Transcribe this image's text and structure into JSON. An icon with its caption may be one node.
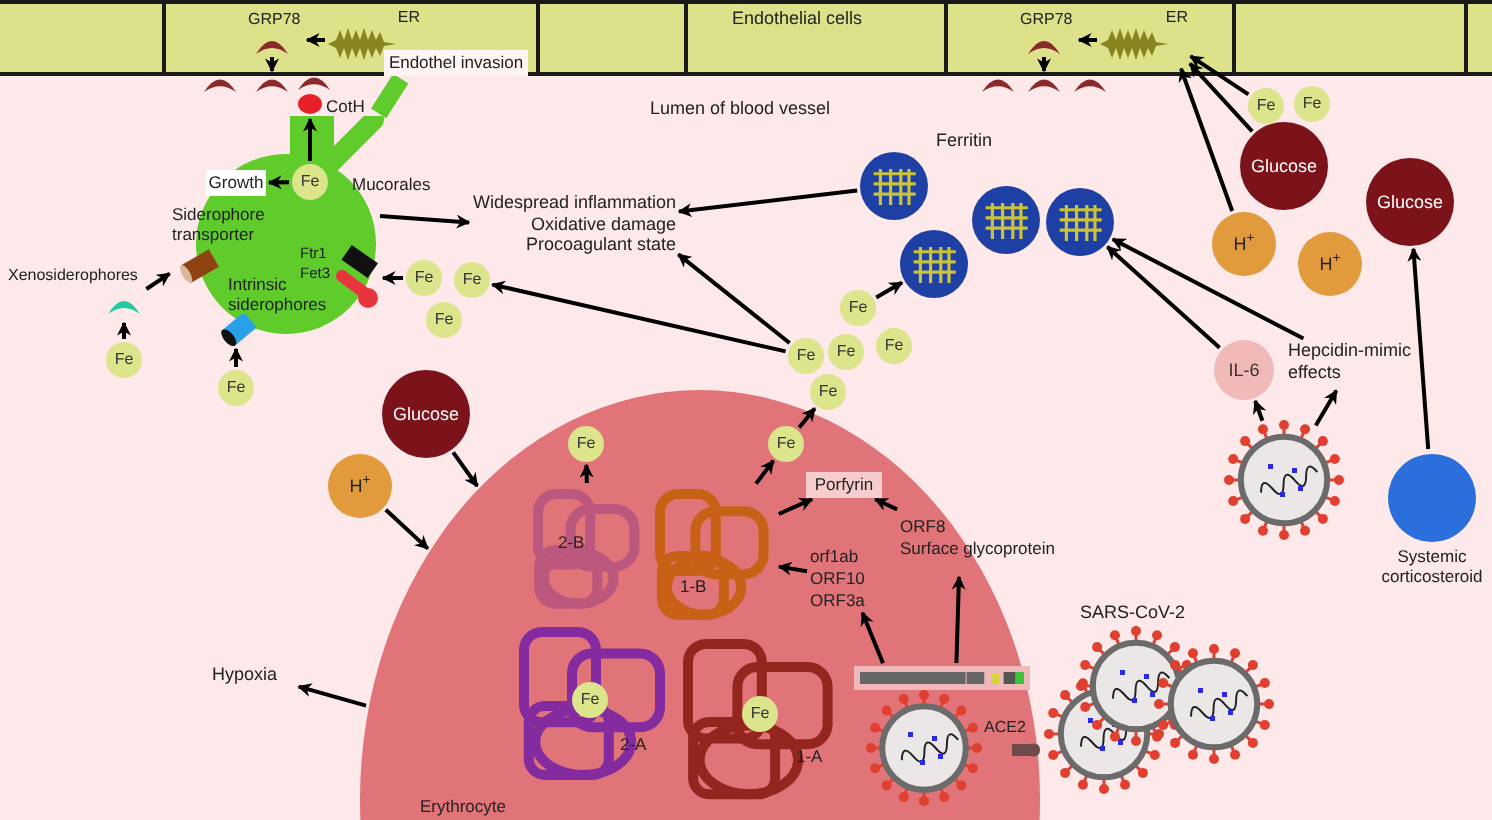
{
  "diagram": {
    "nodes": [
      {
        "text": [
          "Endothelial cells"
        ]
      },
      {
        "text": [
          "GRP78"
        ],
        "in": 0
      },
      {
        "text": [
          "ER"
        ],
        "in": 0
      },
      {
        "text": [
          "GRP78"
        ],
        "in": 0
      },
      {
        "text": [
          "ER"
        ],
        "in": 0
      },
      {
        "text": [
          "Mucorales"
        ]
      },
      {
        "text": [
          "Fe"
        ],
        "in": 5
      },
      {
        "text": [
          "Growth"
        ],
        "in": 5
      },
      {
        "text": [
          "CotH"
        ]
      },
      {
        "text": [
          "Endothel invasion"
        ],
        "in": 0
      },
      {
        "text": [
          "Siderophore transporter"
        ],
        "in": 5
      },
      {
        "text": [
          "Xenosiderophores"
        ]
      },
      {
        "text": [
          "Fe"
        ]
      },
      {
        "text": [
          "Intrinsic siderophores"
        ],
        "in": 5
      },
      {
        "text": [
          "Fe"
        ]
      },
      {
        "text": [
          "Ftr1 Fet3"
        ],
        "in": 5
      },
      {
        "text": [
          "Fe"
        ]
      },
      {
        "text": [
          "Fe"
        ]
      },
      {
        "text": [
          "Fe"
        ]
      },
      {
        "text": [
          "Widespread inflammation",
          "Oxidative damage",
          "Procoagulant state"
        ]
      },
      {
        "text": [],
        "shape": "circle",
        "beside": [
          "Ferritin"
        ]
      },
      {
        "text": [],
        "shape": "circle"
      },
      {
        "text": [],
        "shape": "circle"
      },
      {
        "text": [],
        "shape": "circle"
      },
      {
        "text": [
          "Fe"
        ]
      },
      {
        "text": [
          "Fe"
        ]
      },
      {
        "text": [
          "Fe"
        ]
      },
      {
        "text": [
          "Fe"
        ]
      },
      {
        "text": [
          "Fe"
        ]
      },
      {
        "text": [
          "Fe"
        ]
      },
      {
        "text": [
          "Fe"
        ]
      },
      {
        "text": [
          "Glucose"
        ]
      },
      {
        "text": [
          "Glucose"
        ]
      },
      {
        "text": [
          "H$^{+}$"
        ]
      },
      {
        "text": [
          "H$^{+}$"
        ]
      },
      {
        "text": [
          "IL-6"
        ]
      },
      {
        "text": [
          "Hepcidin-mimic effects"
        ]
      },
      {
        "text": [],
        "shape": "virus"
      },
      {
        "text": [
          "Systemic corticosteroid"
        ]
      },
      {
        "text": [
          "Glucose"
        ]
      },
      {
        "text": [
          "H$^{+}$"
        ]
      },
      {
        "text": [
          "Erythrocyte"
        ]
      },
      {
        "text": [
          "Fe"
        ],
        "in": 41
      },
      {
        "text": [
          "Fe"
        ],
        "in": 41
      },
      {
        "text": [
          "Porfyrin"
        ],
        "in": 41
      },
      {
        "text": [
          "2-B"
        ],
        "in": 41
      },
      {
        "text": [
          "1-B"
        ],
        "in": 41
      },
      {
        "text": [
          "2-A"
        ],
        "in": 41
      },
      {
        "text": [
          "1-A"
        ],
        "in": 41
      },
      {
        "text": [
          "Fe"
        ],
        "in": 47
      },
      {
        "text": [
          "Fe"
        ],
        "in": 48
      },
      {
        "text": [
          "orf1ab",
          "ORF10",
          "ORF3a"
        ],
        "in": 41
      },
      {
        "text": [
          "ORF8",
          "Surface glycoprotein"
        ],
        "in": 41
      },
      {
        "text": [],
        "shape": "bar",
        "in": 41
      },
      {
        "text": [],
        "shape": "virus",
        "in": 41
      },
      {
        "text": [
          "ACE2"
        ],
        "in": 41
      },
      {
        "text": [],
        "shape": "virus"
      },
      {
        "text": [],
        "shape": "virus",
        "beside": [
          "SARS-CoV-2"
        ]
      },
      {
        "text": [],
        "shape": "virus"
      },
      {
        "text": [
          "Hypoxia"
        ]
      },
      {
        "text": [],
        "shape": "crescent"
      },
      {
        "text": [],
        "shape": "crescent"
      },
      {
        "text": [],
        "shape": "crescent"
      },
      {
        "text": [],
        "shape": "crescent"
      },
      {
        "text": [],
        "shape": "crescent"
      },
      {
        "text": [],
        "shape": "crescent"
      }
    ],
    "edges": [
      {
        "from": 2,
        "to": 1,
        "arrow": "to"
      },
      {
        "from": 1,
        "to": 61,
        "arrow": "to"
      },
      {
        "from": 4,
        "to": 3,
        "arrow": "to"
      },
      {
        "from": 3,
        "to": 64,
        "arrow": "to"
      },
      {
        "from": 29,
        "to": 4,
        "arrow": "to"
      },
      {
        "from": 31,
        "to": 4,
        "arrow": "to"
      },
      {
        "from": 33,
        "to": 4,
        "arrow": "to"
      },
      {
        "from": 6,
        "to": 7,
        "arrow": "to"
      },
      {
        "from": 6,
        "to": 8,
        "arrow": "to"
      },
      {
        "from": 12,
        "to": 11,
        "arrow": "to"
      },
      {
        "from": 11,
        "to": 10,
        "arrow": "to"
      },
      {
        "from": 14,
        "to": 13,
        "arrow": "to"
      },
      {
        "from": 16,
        "to": 15,
        "arrow": "to"
      },
      {
        "from": 5,
        "to": 19,
        "arrow": "to"
      },
      {
        "from": 20,
        "to": 19,
        "arrow": "to"
      },
      {
        "from": 26,
        "to": 19,
        "arrow": "to"
      },
      {
        "from": 26,
        "to": 17,
        "arrow": "to"
      },
      {
        "from": 24,
        "to": 21,
        "arrow": "to"
      },
      {
        "from": 35,
        "to": 23,
        "arrow": "to"
      },
      {
        "from": 36,
        "to": 23,
        "arrow": "to"
      },
      {
        "from": 37,
        "to": 35,
        "arrow": "to"
      },
      {
        "from": 37,
        "to": 36,
        "arrow": "to"
      },
      {
        "from": 38,
        "to": 32,
        "arrow": "to"
      },
      {
        "from": 39,
        "to": 41,
        "arrow": "to"
      },
      {
        "from": 40,
        "to": 41,
        "arrow": "to"
      },
      {
        "from": 41,
        "to": 59,
        "arrow": "to"
      },
      {
        "from": 45,
        "to": 42,
        "arrow": "to"
      },
      {
        "from": 46,
        "to": 43,
        "arrow": "to"
      },
      {
        "from": 46,
        "to": 44,
        "arrow": "to"
      },
      {
        "from": 52,
        "to": 44,
        "arrow": "to"
      },
      {
        "from": 51,
        "to": 46,
        "arrow": "to"
      },
      {
        "from": 53,
        "to": 51,
        "arrow": "to"
      },
      {
        "from": 53,
        "to": 52,
        "arrow": "to"
      },
      {
        "from": 43,
        "to": 28,
        "arrow": "to"
      },
      {
        "from": 5,
        "to": 9,
        "arrow": "none",
        "style": "thick",
        "color": "#5fcc2c"
      }
    ],
    "labels": [
      "Lumen of blood vessel"
    ]
  }
}
